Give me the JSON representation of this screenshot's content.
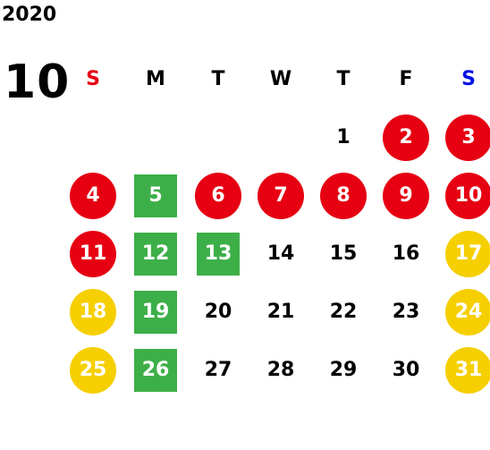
{
  "header": {
    "year": "2020",
    "month": "10"
  },
  "weekdays": [
    "S",
    "M",
    "T",
    "W",
    "T",
    "F",
    "S"
  ],
  "colors": {
    "holiday_red": "#e60012",
    "weekend_yellow": "#f5cf00",
    "highlight_green": "#3daf48",
    "sunday_label": "#e60012",
    "saturday_label": "#0014e6"
  },
  "calendar": {
    "first_weekday_index": 4,
    "days": [
      {
        "label": "1",
        "style": "plain"
      },
      {
        "label": "2",
        "style": "red"
      },
      {
        "label": "3",
        "style": "red"
      },
      {
        "label": "4",
        "style": "red"
      },
      {
        "label": "5",
        "style": "green"
      },
      {
        "label": "6",
        "style": "red"
      },
      {
        "label": "7",
        "style": "red"
      },
      {
        "label": "8",
        "style": "red"
      },
      {
        "label": "9",
        "style": "red"
      },
      {
        "label": "10",
        "style": "red"
      },
      {
        "label": "11",
        "style": "red"
      },
      {
        "label": "12",
        "style": "green"
      },
      {
        "label": "13",
        "style": "green"
      },
      {
        "label": "14",
        "style": "plain"
      },
      {
        "label": "15",
        "style": "plain"
      },
      {
        "label": "16",
        "style": "plain"
      },
      {
        "label": "17",
        "style": "yellow"
      },
      {
        "label": "18",
        "style": "yellow"
      },
      {
        "label": "19",
        "style": "green"
      },
      {
        "label": "20",
        "style": "plain"
      },
      {
        "label": "21",
        "style": "plain"
      },
      {
        "label": "22",
        "style": "plain"
      },
      {
        "label": "23",
        "style": "plain"
      },
      {
        "label": "24",
        "style": "yellow"
      },
      {
        "label": "25",
        "style": "yellow"
      },
      {
        "label": "26",
        "style": "green"
      },
      {
        "label": "27",
        "style": "plain"
      },
      {
        "label": "28",
        "style": "plain"
      },
      {
        "label": "29",
        "style": "plain"
      },
      {
        "label": "30",
        "style": "plain"
      },
      {
        "label": "31",
        "style": "yellow"
      }
    ]
  }
}
